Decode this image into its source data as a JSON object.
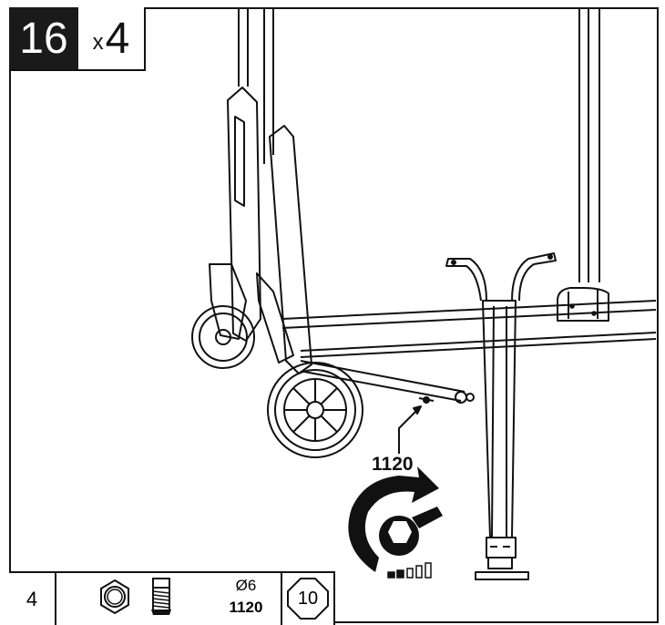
{
  "step": {
    "number": "16",
    "multiplier_prefix": "x",
    "multiplier_value": "4"
  },
  "callout": {
    "part_code": "1120"
  },
  "parts_list": {
    "quantity": "4",
    "diameter": "Ø6",
    "part_code": "1120",
    "reference": "10"
  },
  "torque_indicator": {
    "levels_filled": 2,
    "levels_total": 5
  },
  "icons": [
    "hex-nut-icon",
    "bolt-icon",
    "wrench-rotate-icon",
    "torque-level-icon"
  ],
  "colors": {
    "ink": "#111111",
    "step_badge": "#1a1a1a",
    "paper": "#ffffff"
  }
}
